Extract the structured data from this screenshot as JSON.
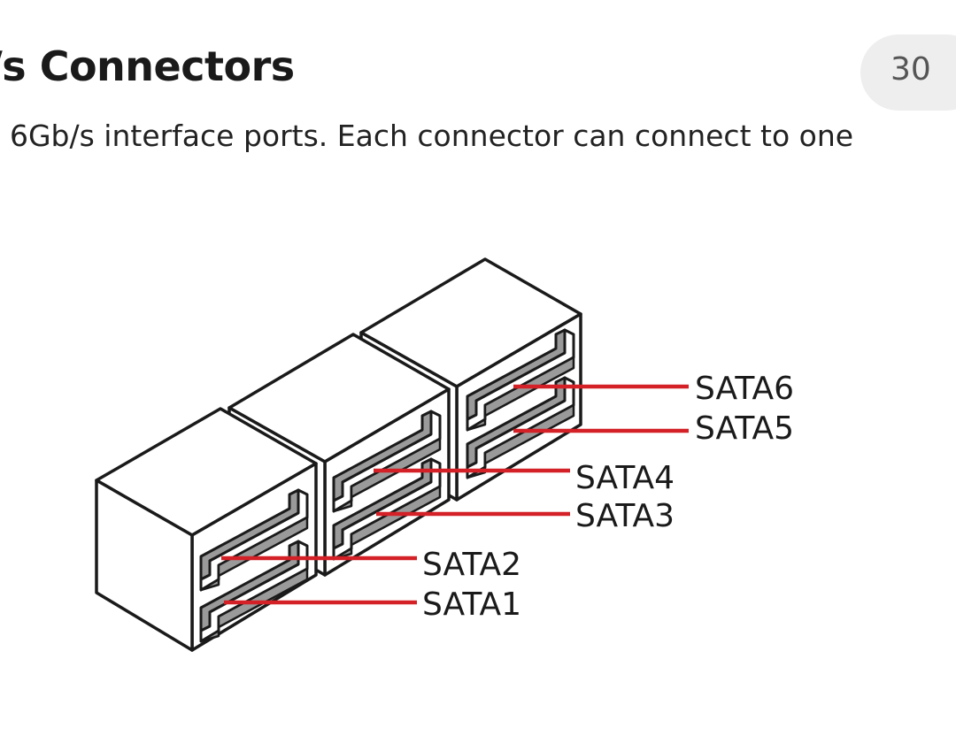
{
  "header": {
    "title": "/s Connectors",
    "page_number": "30"
  },
  "body": {
    "description": "  6Gb/s interface ports. Each connector can connect to one"
  },
  "diagram": {
    "labels": {
      "sata6": "SATA6",
      "sata5": "SATA5",
      "sata4": "SATA4",
      "sata3": "SATA3",
      "sata2": "SATA2",
      "sata1": "SATA1"
    },
    "colors": {
      "leader": "#d42027",
      "port_fill": "#9a9a9a",
      "outline": "#1a1a1a"
    }
  }
}
